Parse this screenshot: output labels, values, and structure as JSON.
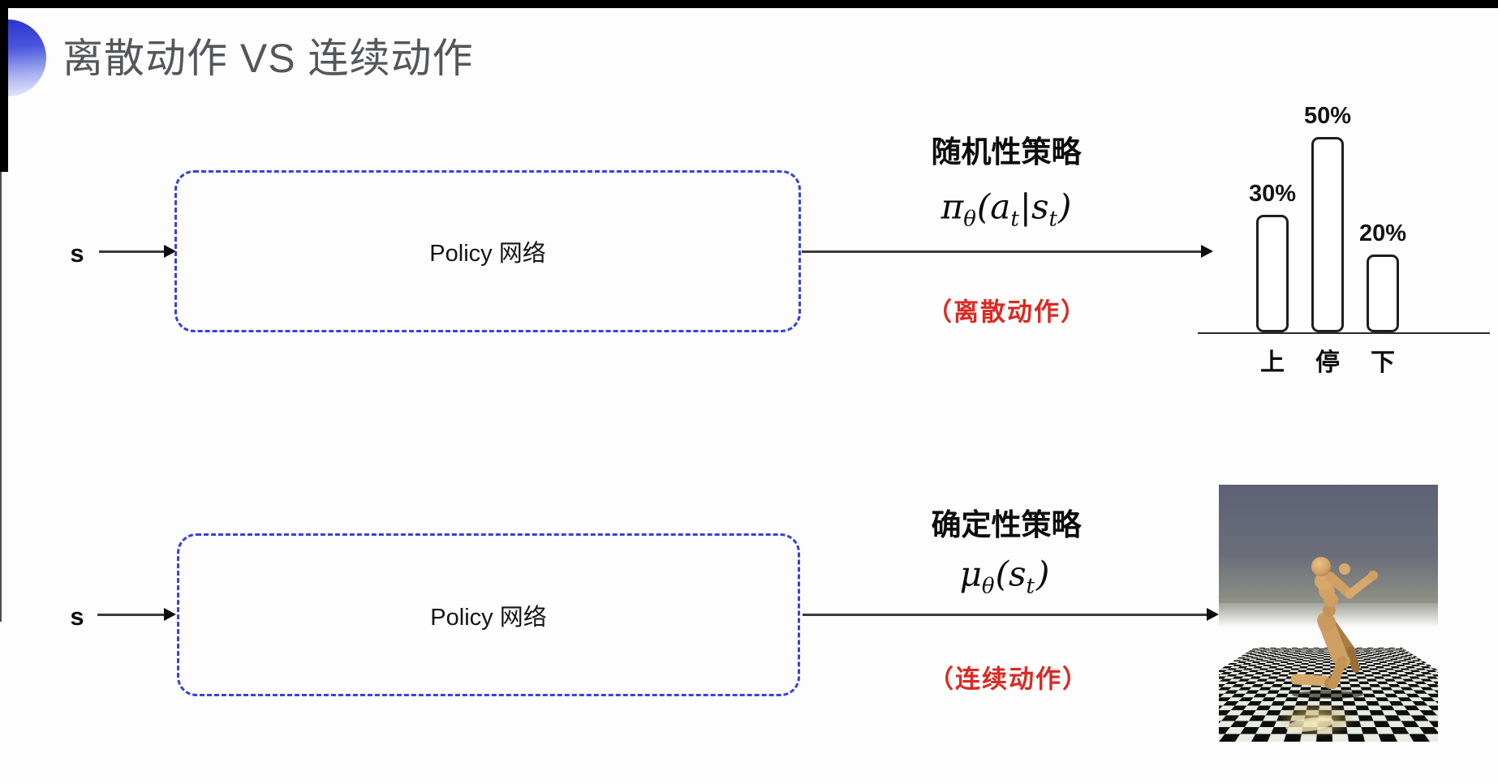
{
  "title": "离散动作 VS 连续动作",
  "rows": [
    {
      "input_label": "s",
      "network_label": "Policy 网络",
      "policy_type": "随机性策略",
      "formula": {
        "sym": "π",
        "sym_sub": "θ",
        "arg1": "(a",
        "arg1_sub": "t",
        "arg2": "|s",
        "arg2_sub": "t",
        "close": ")"
      },
      "action_note": "（离散动作）"
    },
    {
      "input_label": "s",
      "network_label": "Policy 网络",
      "policy_type": "确定性策略",
      "formula": {
        "sym": "μ",
        "sym_sub": "θ",
        "arg1": "(s",
        "arg1_sub": "t",
        "arg2": "",
        "arg2_sub": "",
        "close": ")"
      },
      "action_note": "（连续动作）"
    }
  ],
  "chart_data": {
    "type": "bar",
    "categories": [
      "上",
      "停",
      "下"
    ],
    "values": [
      30,
      50,
      20
    ],
    "value_labels": [
      "30%",
      "50%",
      "20%"
    ],
    "title": "",
    "xlabel": "",
    "ylabel": "",
    "ylim": [
      0,
      55
    ],
    "grid": false,
    "legend": false,
    "bar_fill": "#ffffff",
    "bar_border": "#1e1e1e"
  },
  "icons": {
    "title_accent": "blue-gradient-semicircle",
    "robot_scene": "mujoco-humanoid-on-checkerboard-floor"
  },
  "colors": {
    "box_dash_blue": "#3742de",
    "note_red": "#da2a23",
    "title_gray": "#55565c",
    "arrow_black": "#1a1a1a"
  }
}
